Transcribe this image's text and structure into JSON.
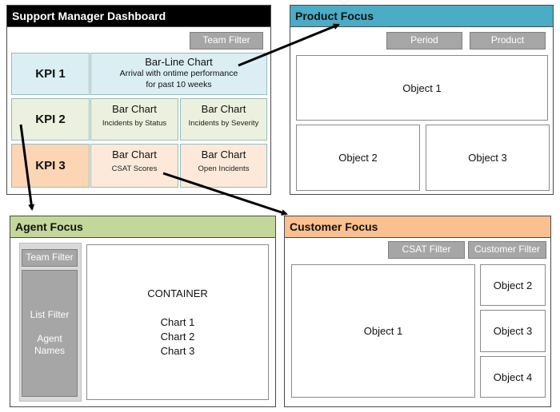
{
  "support_manager": {
    "title": "Support Manager Dashboard",
    "team_filter": "Team Filter",
    "kpi1": "KPI 1",
    "kpi2": "KPI 2",
    "kpi3": "KPI 3",
    "barline": {
      "title": "Bar-Line Chart",
      "line1": "Arrival with ontime performance",
      "line2": "for past 10 weeks"
    },
    "bar_status": {
      "title": "Bar Chart",
      "sub": "Incidents by Status"
    },
    "bar_severity": {
      "title": "Bar Chart",
      "sub": "Incidents by Severity"
    },
    "bar_csat": {
      "title": "Bar Chart",
      "sub": "CSAT Scores"
    },
    "bar_open": {
      "title": "Bar Chart",
      "sub": "Open Incidents"
    }
  },
  "product_focus": {
    "title": "Product Focus",
    "period_filter": "Period",
    "product_filter": "Product",
    "object1": "Object 1",
    "object2": "Object 2",
    "object3": "Object 3"
  },
  "agent_focus": {
    "title": "Agent Focus",
    "team_filter": "Team Filter",
    "list_filter": "List Filter",
    "agent_names_1": "Agent",
    "agent_names_2": "Names",
    "container": "CONTAINER",
    "chart1": "Chart 1",
    "chart2": "Chart 2",
    "chart3": "Chart 3"
  },
  "customer_focus": {
    "title": "Customer Focus",
    "csat_filter": "CSAT Filter",
    "customer_filter": "Customer Filter",
    "object1": "Object 1",
    "object2": "Object 2",
    "object3": "Object 3",
    "object4": "Object 4"
  },
  "colors": {
    "support_header": "#000000",
    "product_header": "#4bacc6",
    "agent_header": "#c4d79b",
    "customer_header": "#fac090",
    "filter_button": "#a6a6a6"
  }
}
